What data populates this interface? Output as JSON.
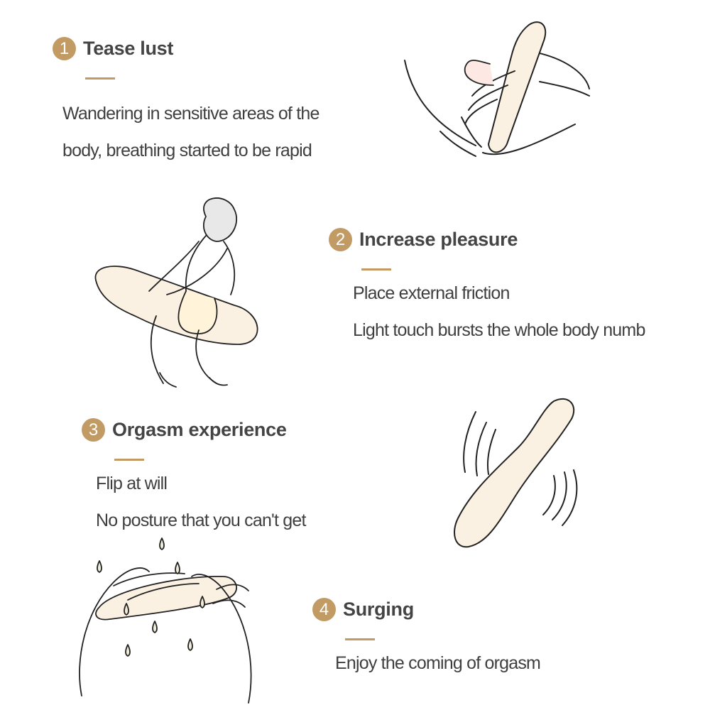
{
  "colors": {
    "accent": "#c19b63",
    "heading": "#444444",
    "text": "#3f3f3f",
    "product_fill": "#fbf1e2",
    "line": "#222222"
  },
  "steps": [
    {
      "number": "1",
      "title": "Tease lust",
      "lines": [
        "Wandering in sensitive areas of the",
        "body, breathing started to be rapid"
      ]
    },
    {
      "number": "2",
      "title": "Increase pleasure",
      "lines": [
        "Place external friction",
        "Light touch bursts the whole body numb"
      ]
    },
    {
      "number": "3",
      "title": "Orgasm experience",
      "lines": [
        "Flip at will",
        "No posture that you can't get"
      ]
    },
    {
      "number": "4",
      "title": "Surging",
      "lines": [
        "Enjoy the coming of orgasm"
      ]
    }
  ],
  "illustrations": [
    {
      "icon": "hand-holding-product-illustration"
    },
    {
      "icon": "woman-sitting-on-product-illustration"
    },
    {
      "icon": "vibrating-product-illustration"
    },
    {
      "icon": "hands-with-drops-illustration"
    }
  ]
}
